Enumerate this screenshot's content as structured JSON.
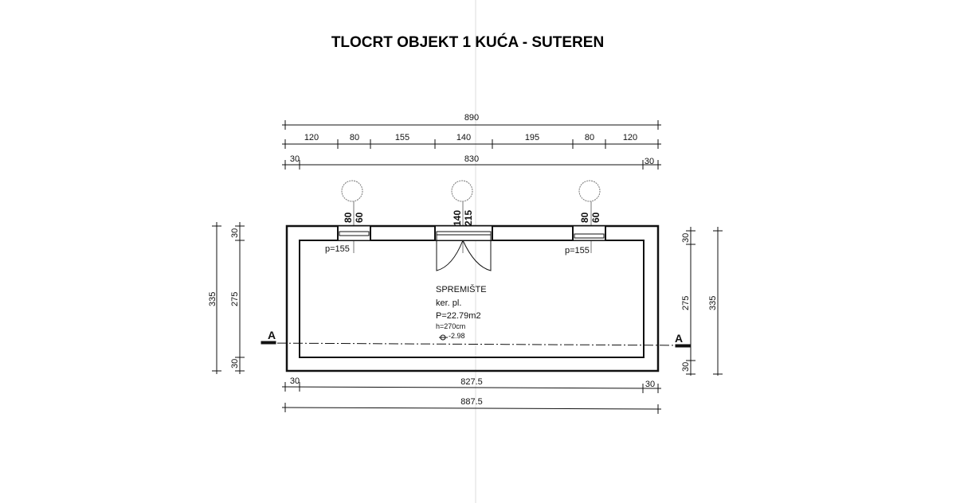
{
  "title": "TLOCRT OBJEKT 1 KUĆA - SUTEREN",
  "dimensions": {
    "top_total": "890",
    "top_segments": [
      "120",
      "80",
      "155",
      "140",
      "195",
      "80",
      "120"
    ],
    "top_inner": {
      "left": "30",
      "middle": "830",
      "right": "30"
    },
    "bottom_inner": {
      "left": "30",
      "middle": "827.5",
      "right": "30"
    },
    "bottom_total": "887.5",
    "left": {
      "total": "335",
      "top": "30",
      "middle": "275",
      "bottom": "30"
    },
    "right": {
      "total": "335",
      "top": "30",
      "middle": "275",
      "bottom": "30"
    }
  },
  "openings": [
    {
      "width": "80",
      "height": "60",
      "parapet": "p=155"
    },
    {
      "width": "140",
      "height": "215"
    },
    {
      "width": "80",
      "height": "60",
      "parapet": "p=155"
    }
  ],
  "room": {
    "name": "SPREMIŠTE",
    "floor": "ker. pl.",
    "area": "P=22.79m2",
    "height": "h=270cm",
    "level": "-2.98"
  },
  "section": {
    "left": "A",
    "right": "A"
  }
}
